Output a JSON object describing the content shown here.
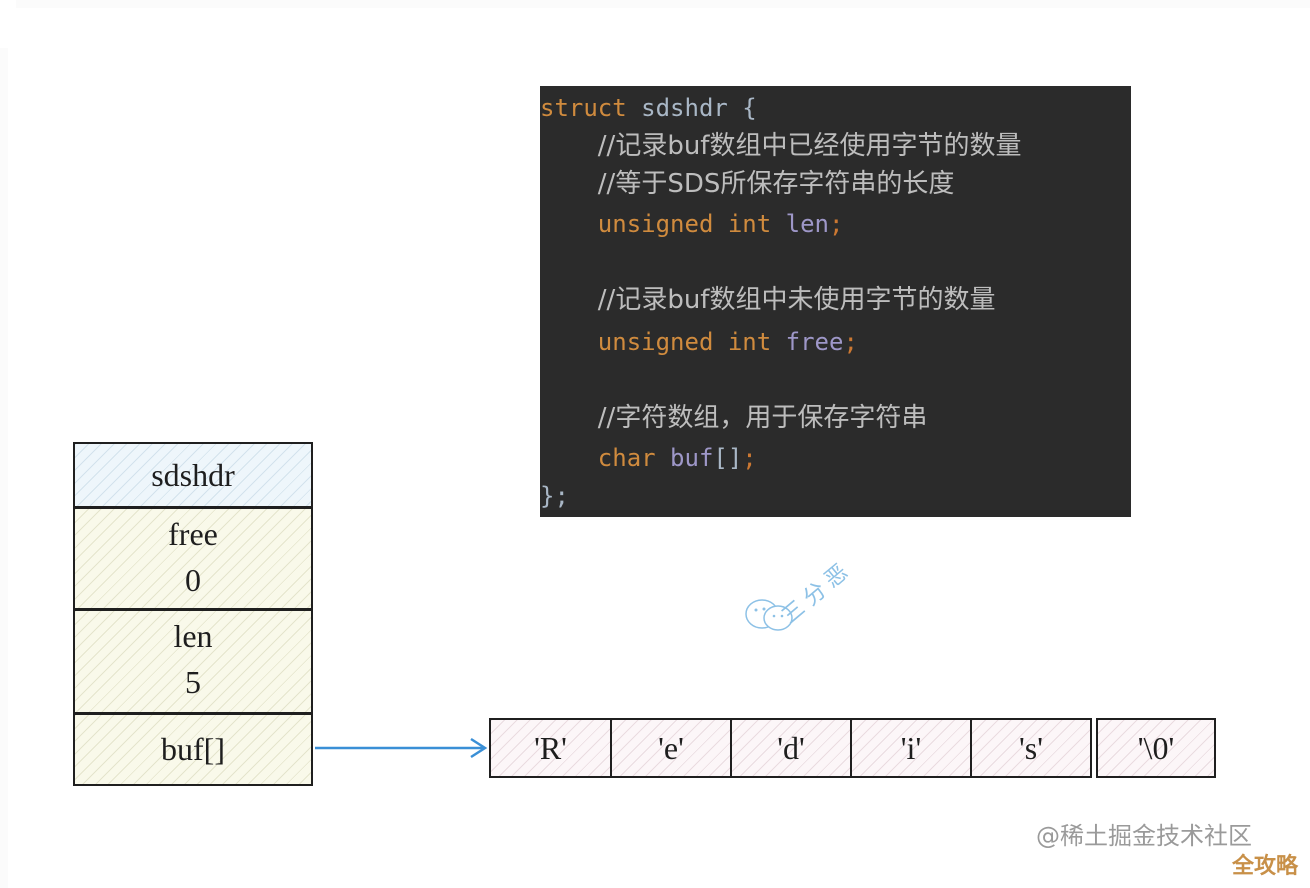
{
  "code": {
    "lines": [
      {
        "parts": [
          {
            "text": "struct",
            "cls": "kw"
          },
          {
            "text": " sdshdr ",
            "cls": "ident"
          },
          {
            "text": "{",
            "cls": "ident"
          }
        ]
      },
      {
        "indent": "    ",
        "comment": "//记录buf数组中已经使用字节的数量"
      },
      {
        "indent": "    ",
        "comment": "//等于SDS所保存字符串的长度"
      },
      {
        "indent": "    ",
        "parts": [
          {
            "text": "unsigned int",
            "cls": "kw"
          },
          {
            "text": " len",
            "cls": "var"
          },
          {
            "text": ";",
            "cls": "punct"
          }
        ]
      },
      {
        "indent": "",
        "comment": ""
      },
      {
        "indent": "    ",
        "comment": "//记录buf数组中未使用字节的数量"
      },
      {
        "indent": "    ",
        "parts": [
          {
            "text": "unsigned int",
            "cls": "kw"
          },
          {
            "text": " free",
            "cls": "var"
          },
          {
            "text": ";",
            "cls": "punct"
          }
        ]
      },
      {
        "indent": "",
        "comment": ""
      },
      {
        "indent": "    ",
        "comment": "//字符数组，用于保存字符串"
      },
      {
        "indent": "    ",
        "parts": [
          {
            "text": "char",
            "cls": "kw"
          },
          {
            "text": " buf",
            "cls": "var"
          },
          {
            "text": "[]",
            "cls": "ident"
          },
          {
            "text": ";",
            "cls": "punct"
          }
        ]
      },
      {
        "parts": [
          {
            "text": "};",
            "cls": "ident"
          }
        ]
      }
    ]
  },
  "struct": {
    "title": "sdshdr",
    "fields": [
      {
        "name": "free",
        "value": "0"
      },
      {
        "name": "len",
        "value": "5"
      },
      {
        "name": "buf[]",
        "value": ""
      }
    ]
  },
  "array": {
    "cells": [
      "'R'",
      "'e'",
      "'d'",
      "'i'",
      "'s'",
      "'\\0'"
    ]
  },
  "watermarks": {
    "author": "三分恶",
    "platform": "@稀土掘金技术社区",
    "site": "全攻略"
  },
  "colors": {
    "code_bg": "#2b2b2b",
    "keyword": "#d08b3e",
    "variable": "#9e97c8",
    "arrow": "#3a8fd6",
    "header_fill": "#eef6fb",
    "field_fill": "#f9f9ea",
    "array_fill": "#fcf6f8"
  }
}
